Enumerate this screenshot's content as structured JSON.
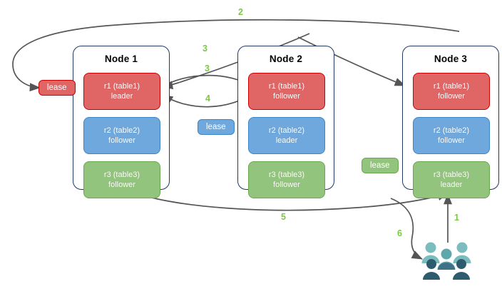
{
  "diagram": {
    "title": "CockroachDB range lease / request routing",
    "type": "distributed-database-node-diagram",
    "colors": {
      "range_r1_fill": "#e06666",
      "range_r1_border": "#cc0000",
      "range_r2_fill": "#6fa8dc",
      "range_r2_border": "#3d85c6",
      "range_r3_fill": "#93c47d",
      "range_r3_border": "#6aa84f",
      "node_border": "#1f3864",
      "arrow": "#555555",
      "step_label": "#7ac943",
      "users_light": "#7bbcbf",
      "users_dark": "#2e5c6e",
      "background": "#ffffff"
    }
  },
  "nodes": [
    {
      "id": "node1",
      "title": "Node 1",
      "ranges": [
        {
          "id": "n1r1",
          "name": "r1 (table1)",
          "role": "leader",
          "color": "red"
        },
        {
          "id": "n1r2",
          "name": "r2 (table2)",
          "role": "follower",
          "color": "blue"
        },
        {
          "id": "n1r3",
          "name": "r3 (table3)",
          "role": "follower",
          "color": "green"
        }
      ]
    },
    {
      "id": "node2",
      "title": "Node 2",
      "ranges": [
        {
          "id": "n2r1",
          "name": "r1 (table1)",
          "role": "follower",
          "color": "red"
        },
        {
          "id": "n2r2",
          "name": "r2 (table2)",
          "role": "leader",
          "color": "blue"
        },
        {
          "id": "n2r3",
          "name": "r3 (table3)",
          "role": "follower",
          "color": "green"
        }
      ]
    },
    {
      "id": "node3",
      "title": "Node 3",
      "ranges": [
        {
          "id": "n3r1",
          "name": "r1 (table1)",
          "role": "follower",
          "color": "red"
        },
        {
          "id": "n3r2",
          "name": "r2 (table2)",
          "role": "follower",
          "color": "blue"
        },
        {
          "id": "n3r3",
          "name": "r3 (table3)",
          "role": "leader",
          "color": "green"
        }
      ]
    }
  ],
  "leases": [
    {
      "id": "lease-r1",
      "label": "lease",
      "color": "red",
      "for_range": "r1 (table1)"
    },
    {
      "id": "lease-r2",
      "label": "lease",
      "color": "blue",
      "for_range": "r2 (table2)"
    },
    {
      "id": "lease-r3",
      "label": "lease",
      "color": "green",
      "for_range": "r3 (table3)"
    }
  ],
  "steps": [
    {
      "label": "1",
      "from": "users",
      "to": "node3"
    },
    {
      "label": "2",
      "from": "node3",
      "to": "lease-r1"
    },
    {
      "label": "3",
      "from": "node3",
      "to": "node2-r1"
    },
    {
      "label": "3",
      "from": "node1-r1",
      "to": "node2-r1"
    },
    {
      "label": "4",
      "from": "node2-r1",
      "to": "node1-r1"
    },
    {
      "label": "5",
      "from": "node1",
      "to": "node3"
    },
    {
      "label": "6",
      "from": "node3",
      "to": "users"
    }
  ],
  "users": {
    "icon": "users-group-icon",
    "label": ""
  }
}
